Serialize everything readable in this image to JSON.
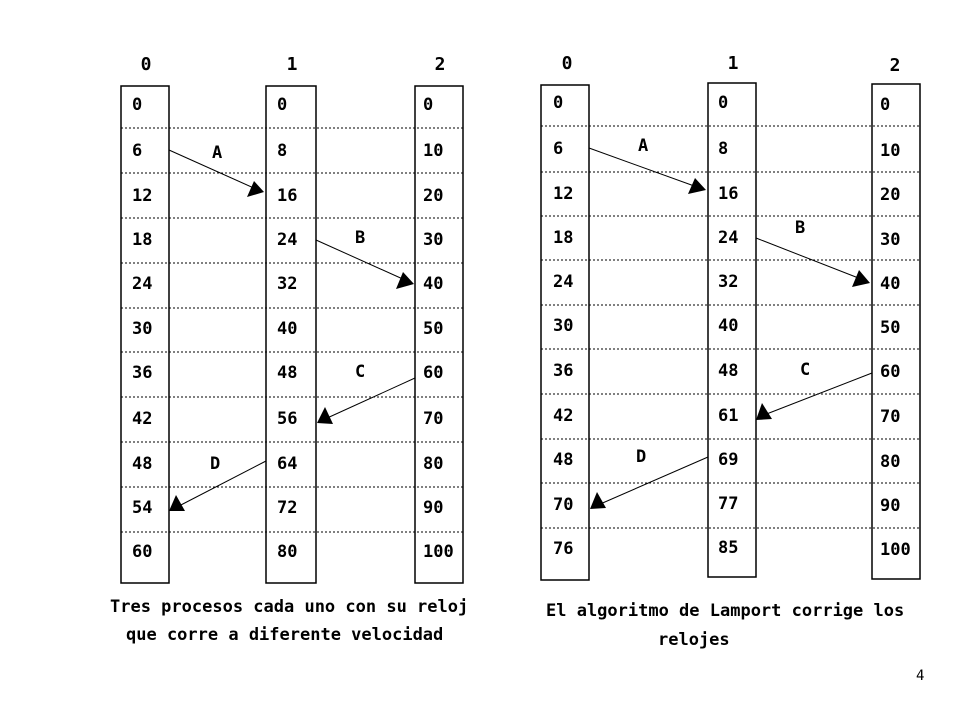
{
  "diagrams": [
    {
      "id": "left",
      "process_headers": [
        "0",
        "1",
        "2"
      ],
      "columns": [
        [
          "0",
          "6",
          "12",
          "18",
          "24",
          "30",
          "36",
          "42",
          "48",
          "54",
          "60"
        ],
        [
          "0",
          "8",
          "16",
          "24",
          "32",
          "40",
          "48",
          "56",
          "64",
          "72",
          "80"
        ],
        [
          "0",
          "10",
          "20",
          "30",
          "40",
          "50",
          "60",
          "70",
          "80",
          "90",
          "100"
        ]
      ],
      "messages": [
        {
          "label": "A",
          "from": 0,
          "to": 1
        },
        {
          "label": "B",
          "from": 1,
          "to": 2
        },
        {
          "label": "C",
          "from": 2,
          "to": 1
        },
        {
          "label": "D",
          "from": 1,
          "to": 0
        }
      ],
      "caption": [
        "Tres procesos cada uno con su reloj",
        "que corre a diferente velocidad"
      ]
    },
    {
      "id": "right",
      "process_headers": [
        "0",
        "1",
        "2"
      ],
      "columns": [
        [
          "0",
          "6",
          "12",
          "18",
          "24",
          "30",
          "36",
          "42",
          "48",
          "70",
          "76"
        ],
        [
          "0",
          "8",
          "16",
          "24",
          "32",
          "40",
          "48",
          "61",
          "69",
          "77",
          "85"
        ],
        [
          "0",
          "10",
          "20",
          "30",
          "40",
          "50",
          "60",
          "70",
          "80",
          "90",
          "100"
        ]
      ],
      "messages": [
        {
          "label": "A",
          "from": 0,
          "to": 1
        },
        {
          "label": "B",
          "from": 1,
          "to": 2
        },
        {
          "label": "C",
          "from": 2,
          "to": 1
        },
        {
          "label": "D",
          "from": 1,
          "to": 0
        }
      ],
      "caption": [
        "El algoritmo de Lamport corrige los",
        "relojes"
      ]
    }
  ],
  "page_number": "4"
}
